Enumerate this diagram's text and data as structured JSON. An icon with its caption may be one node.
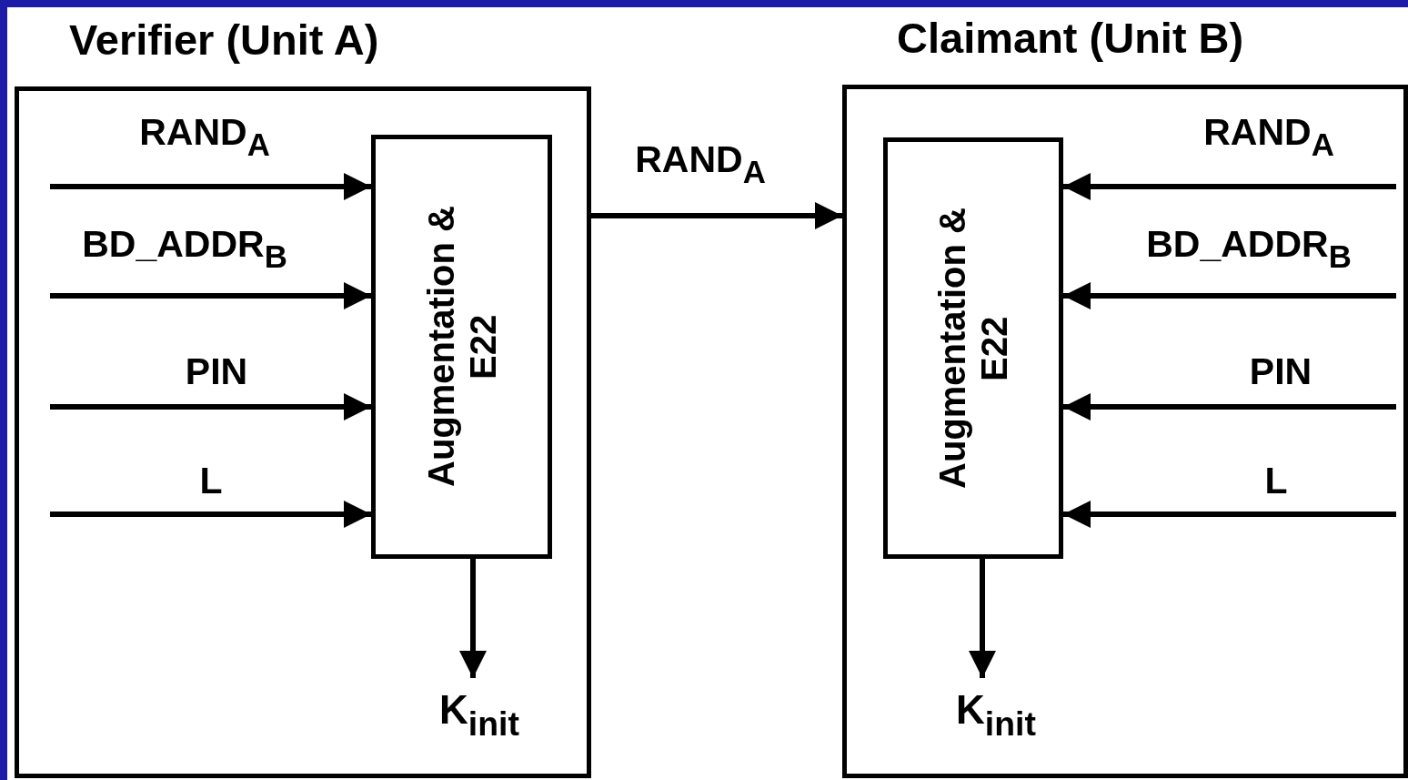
{
  "diagram": {
    "nodes": [
      {
        "text": [
          "Verifier (Unit A)"
        ]
      },
      {
        "text": [
          "Augmentation & E22"
        ],
        "in": 0
      },
      {
        "text": [
          "K$_{init}$"
        ],
        "in": 0
      },
      {
        "text": [
          "Claimant (Unit B)"
        ]
      },
      {
        "text": [
          "Augmentation & E22"
        ],
        "in": 3
      },
      {
        "text": [
          "K$_{init}$"
        ],
        "in": 3
      }
    ],
    "edges": [
      {
        "from": null,
        "to": 1,
        "arrow": "to",
        "label": "RAND$_{A}$"
      },
      {
        "from": null,
        "to": 1,
        "arrow": "to",
        "label": "BD_ADDR$_{B}$"
      },
      {
        "from": null,
        "to": 1,
        "arrow": "to",
        "label": "PIN"
      },
      {
        "from": null,
        "to": 1,
        "arrow": "to",
        "label": "L"
      },
      {
        "from": 1,
        "to": 2,
        "arrow": "to"
      },
      {
        "from": 0,
        "to": 3,
        "arrow": "to",
        "label": "RAND$_{A}$"
      },
      {
        "from": null,
        "to": 4,
        "arrow": "to",
        "label": "RAND$_{A}$"
      },
      {
        "from": null,
        "to": 4,
        "arrow": "to",
        "label": "BD_ADDR$_{B}$"
      },
      {
        "from": null,
        "to": 4,
        "arrow": "to",
        "label": "PIN"
      },
      {
        "from": null,
        "to": 4,
        "arrow": "to",
        "label": "L"
      },
      {
        "from": 4,
        "to": 5,
        "arrow": "to"
      }
    ]
  }
}
